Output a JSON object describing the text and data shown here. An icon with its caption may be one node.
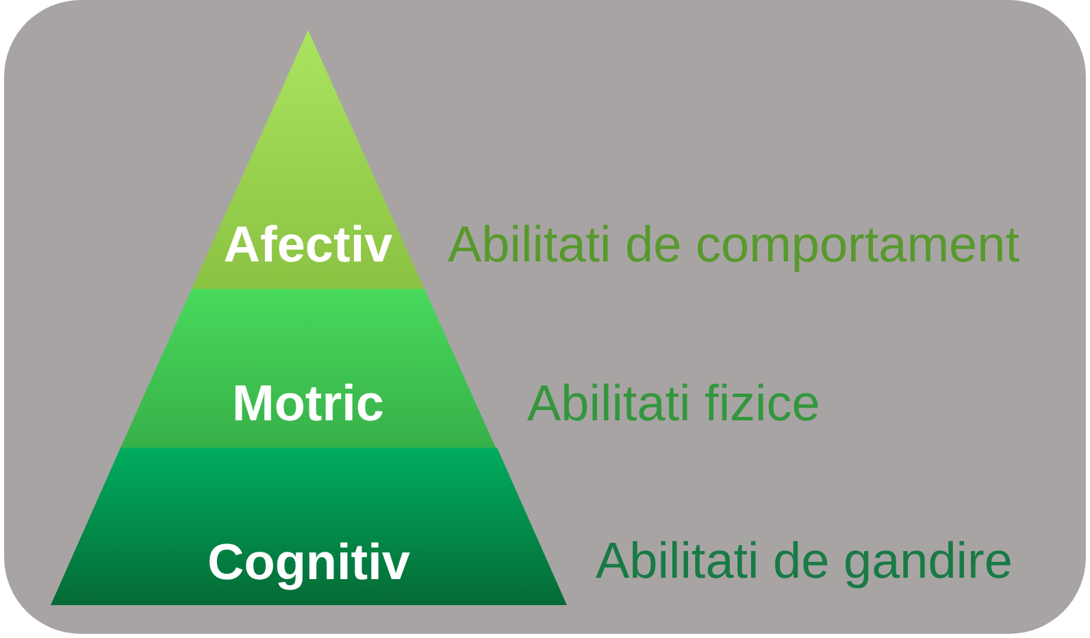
{
  "diagram": {
    "nodes": [
      {
        "text": [
          "Afectiv"
        ],
        "beside": [
          "Abilitati de comportament"
        ]
      },
      {
        "text": [
          "Motric"
        ],
        "beside": [
          "Abilitati fizice"
        ]
      },
      {
        "text": [
          "Cognitiv"
        ],
        "beside": [
          "Abilitati de gandire"
        ]
      }
    ]
  }
}
